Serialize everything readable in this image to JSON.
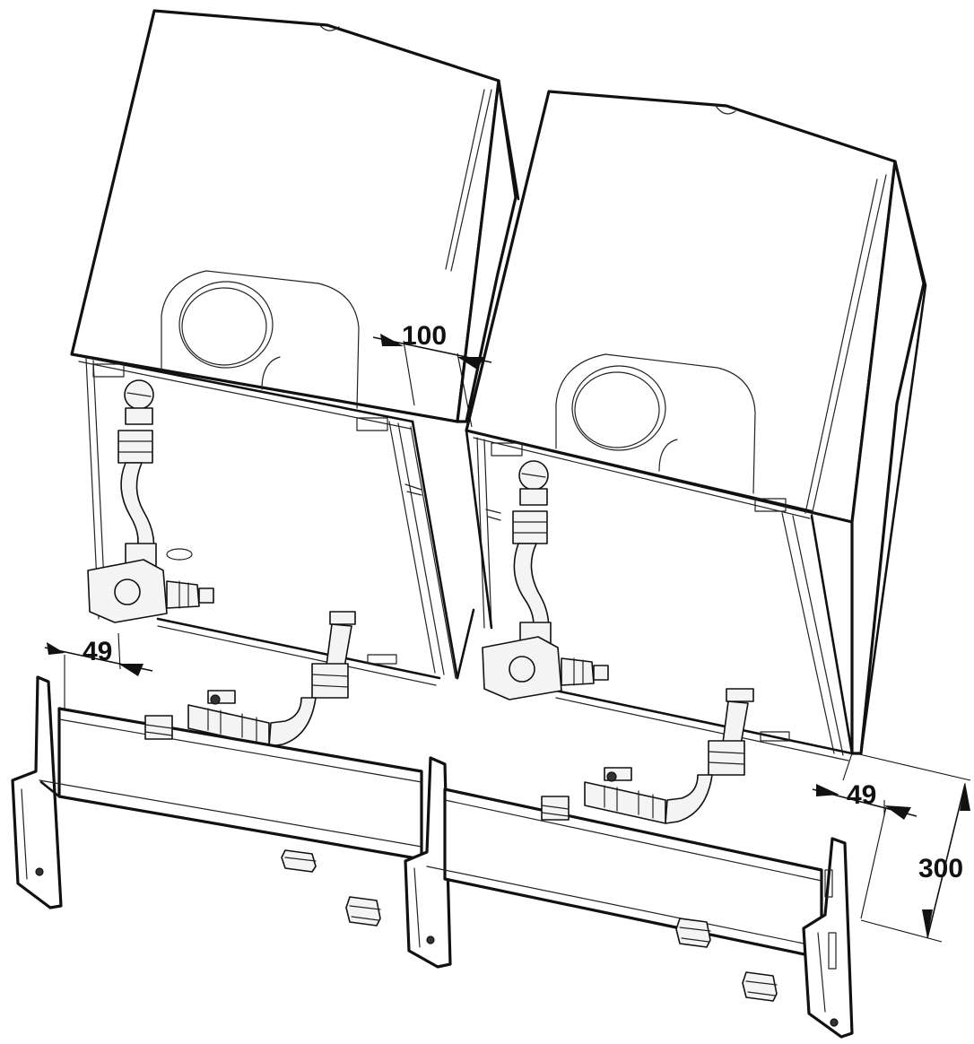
{
  "dimensions": {
    "gap_between_units": "100",
    "left_offset": "49",
    "right_offset": "49",
    "height_offset": "300"
  },
  "colors": {
    "line": "#111111",
    "background": "#ffffff"
  }
}
